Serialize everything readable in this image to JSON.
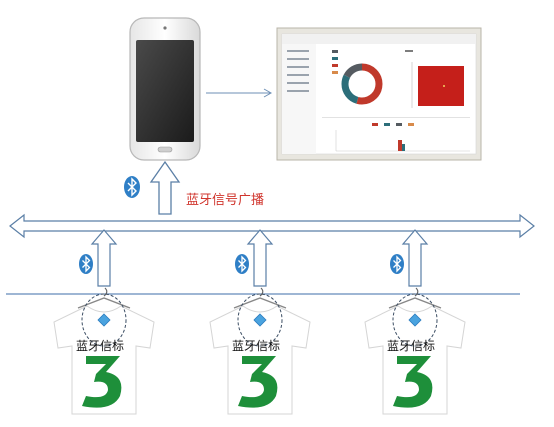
{
  "labels": {
    "broadcast": "蓝牙信号广播",
    "beacon": "蓝牙信标"
  },
  "beacons": [
    {
      "label": "蓝牙信标",
      "icon": "bluetooth-icon"
    },
    {
      "label": "蓝牙信标",
      "icon": "bluetooth-icon"
    },
    {
      "label": "蓝牙信标",
      "icon": "bluetooth-icon"
    }
  ],
  "colors": {
    "broadcast_text": "#d0342c",
    "bluetooth": "#2f7fc6",
    "shirt_print": "#1e8f3a",
    "arrow_stroke": "#5b7fa6",
    "divider": "#3c6ea8",
    "donut_red": "#c0392b",
    "donut_teal": "#2c6e7a",
    "donut_gray": "#555b61",
    "heatmap_red": "#c51f1a"
  },
  "devices": {
    "phone": "smartphone",
    "monitor": "dashboard-screen"
  }
}
